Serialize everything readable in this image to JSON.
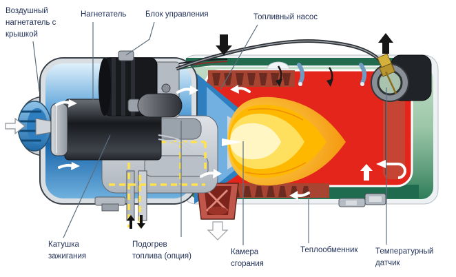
{
  "labels": {
    "air_blower": {
      "text": "Воздушный\nнагнетатель с\nкрышкой"
    },
    "blower": {
      "text": "Нагнетатель"
    },
    "control_unit": {
      "text": "Блок управления"
    },
    "fuel_pump": {
      "text": "Топливный насос"
    },
    "ignition_coil": {
      "text": "Катушка\nзажигания"
    },
    "fuel_preheat": {
      "text": "Подогрев\nтоплива (опция)"
    },
    "combustion_chamber": {
      "text": "Камера\nсгорания"
    },
    "heat_exchanger": {
      "text": "Теплообменник"
    },
    "temp_sensor": {
      "text": "Температурный\nдатчик"
    }
  },
  "icons": [
    "air-intake-arrow-icon",
    "fuel-in-down-arrow-icon",
    "sensor-up-arrow-icon",
    "exhaust-down-arrow-icon",
    "fuel-pipe-up-arrow-icon",
    "fuel-pipe-down-arrow-icon",
    "airflow-arrow-icon",
    "fin-airflow-hook-icon",
    "gas-uturn-arrow-icon"
  ],
  "colors": {
    "label_text": "#233259",
    "leader_line": "#5c6e7e",
    "housing_blue": "#2f7fc2",
    "combustion_red": "#e3251c",
    "flame_orange": "#f28a00",
    "flame_core": "#fff6c4",
    "shell_green_dark": "#226b4f",
    "shell_green_light": "#9cc7a8",
    "wiring_yellow": "#ffe24e",
    "brass_fitting": "#d3b13c"
  }
}
